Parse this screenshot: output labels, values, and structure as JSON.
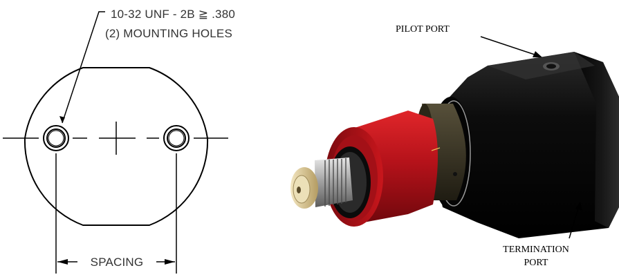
{
  "drawing": {
    "thread_note": "10-32 UNF - 2B ≧ .380",
    "holes_note": "(2) MOUNTING HOLES",
    "spacing_label": "SPACING"
  },
  "render": {
    "pilot_port_label": "PILOT PORT",
    "termination_label_line1": "TERMINATION",
    "termination_label_line2": "PORT",
    "colors": {
      "body_black": "#0b0b0b",
      "collar_red": "#c8161c",
      "fitting_silver": "#b9b9b9",
      "fitting_brass": "#d9c79a"
    }
  }
}
